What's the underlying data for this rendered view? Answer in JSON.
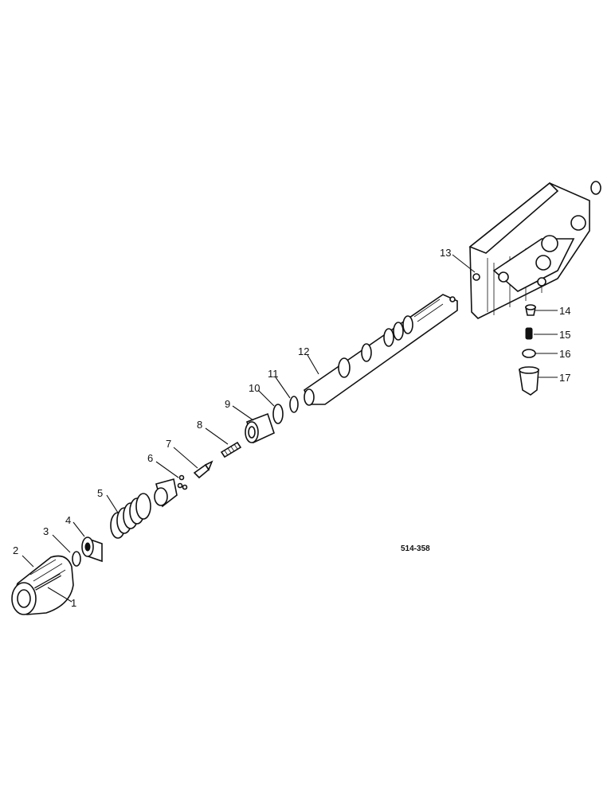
{
  "diagram": {
    "drawing_code": "514-358",
    "callouts": [
      {
        "id": "1",
        "label": "1"
      },
      {
        "id": "2",
        "label": "2"
      },
      {
        "id": "3",
        "label": "3"
      },
      {
        "id": "4",
        "label": "4"
      },
      {
        "id": "5",
        "label": "5"
      },
      {
        "id": "6",
        "label": "6"
      },
      {
        "id": "7",
        "label": "7"
      },
      {
        "id": "8",
        "label": "8"
      },
      {
        "id": "9",
        "label": "9"
      },
      {
        "id": "10",
        "label": "10"
      },
      {
        "id": "11",
        "label": "11"
      },
      {
        "id": "12",
        "label": "12"
      },
      {
        "id": "13",
        "label": "13"
      },
      {
        "id": "14",
        "label": "14"
      },
      {
        "id": "15",
        "label": "15"
      },
      {
        "id": "16",
        "label": "16"
      },
      {
        "id": "17",
        "label": "17"
      }
    ]
  }
}
